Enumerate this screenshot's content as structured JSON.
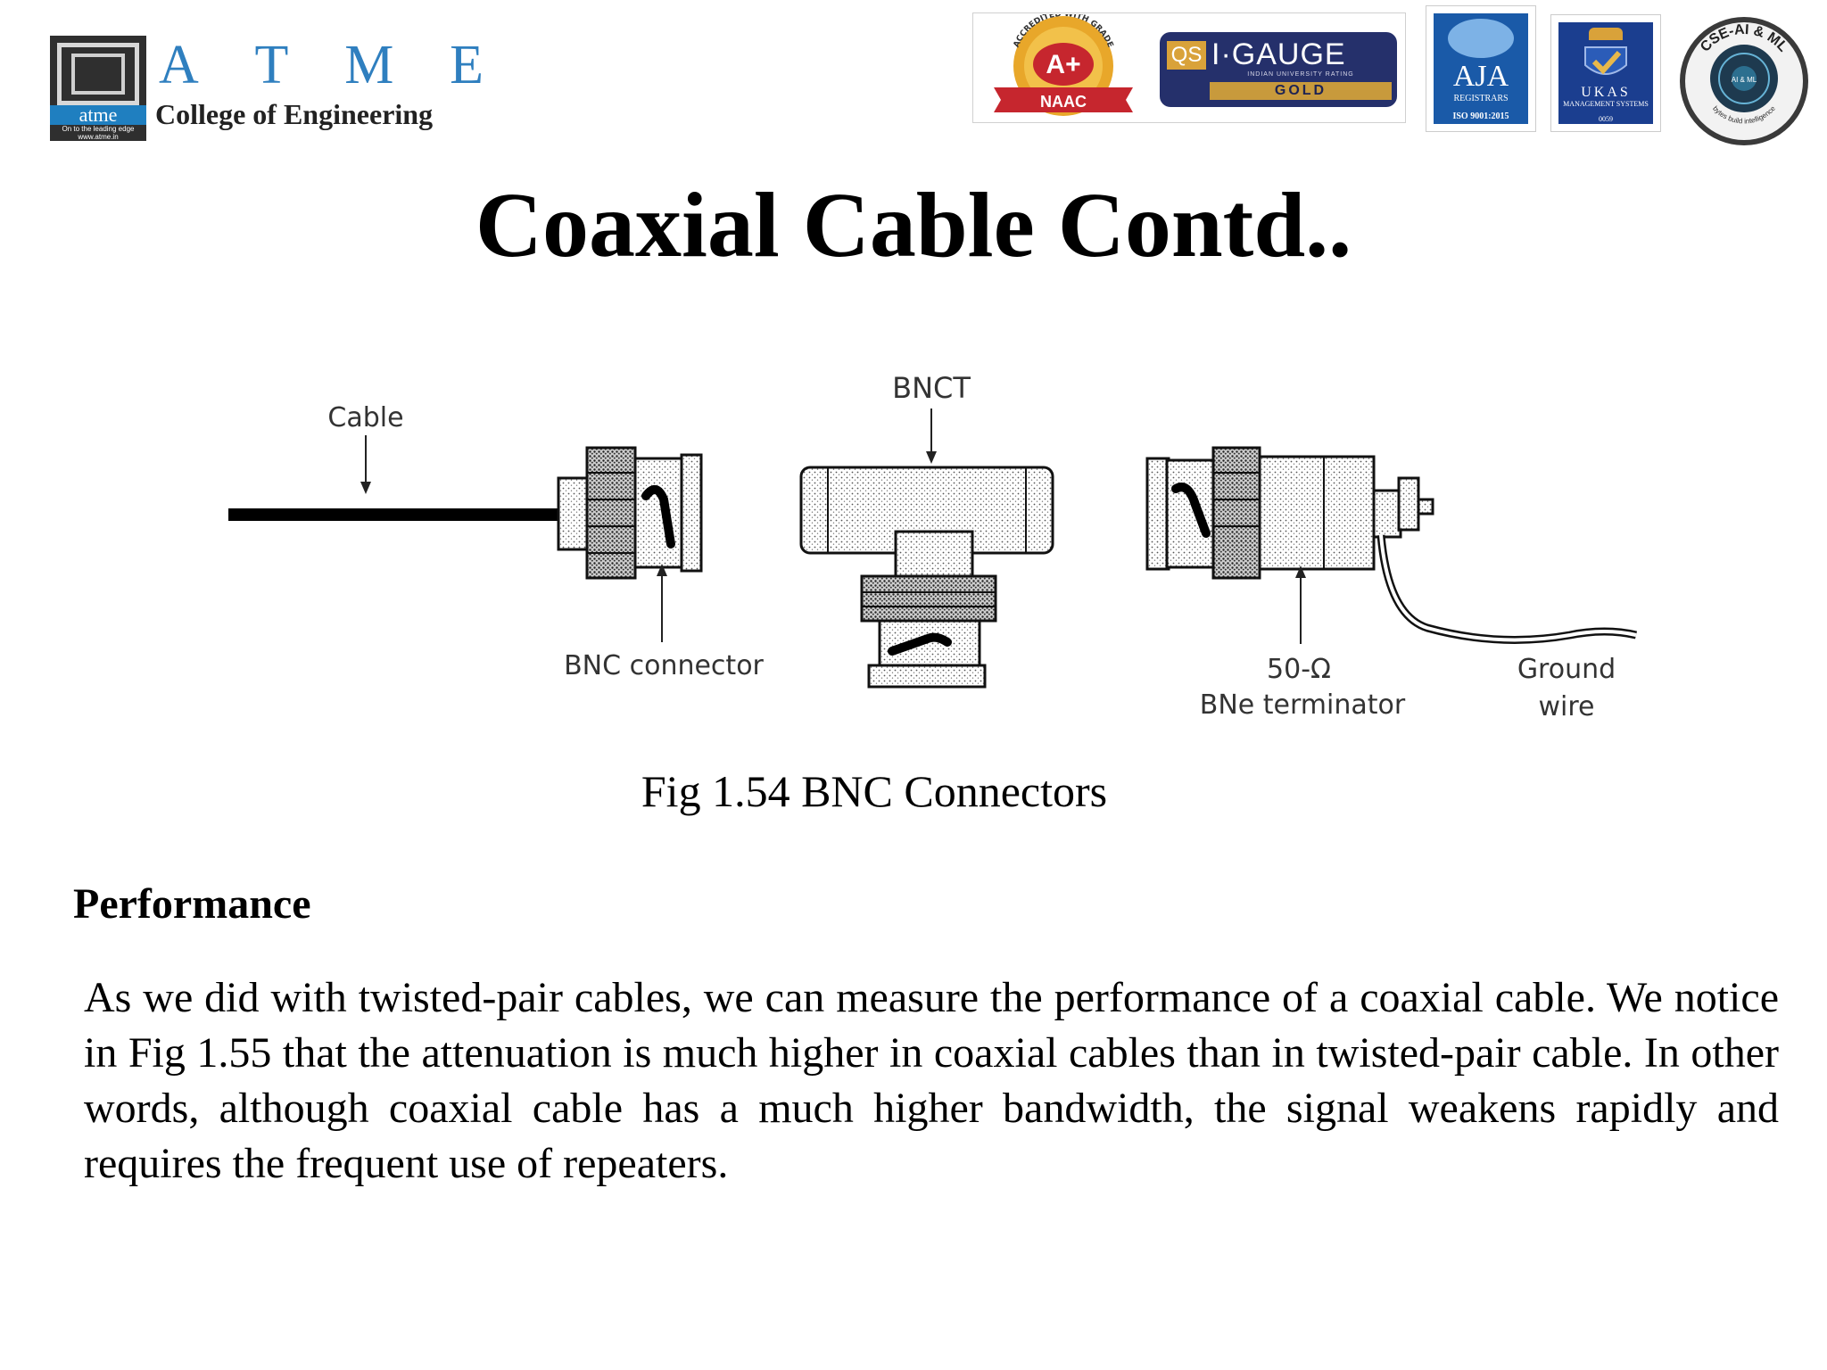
{
  "header": {
    "atme_logo": {
      "letters": [
        "A",
        "T",
        "M",
        "E"
      ],
      "college": "College of Engineering",
      "small_label": "atme",
      "tagline": "On to the leading edge",
      "url": "www.atme.in"
    },
    "badges": {
      "naac": {
        "grade": "A+",
        "label": "NAAC",
        "ring_text": "ACCREDITED WITH GRADE"
      },
      "iguage": {
        "prefix": "QS",
        "name": "I·GAUGE",
        "sub": "INDIAN UNIVERSITY RATING",
        "level": "GOLD"
      },
      "aja": {
        "name": "AJA",
        "sub": "REGISTRARS",
        "iso": "ISO 9001:2015"
      },
      "ukas": {
        "name": "UKAS",
        "sub": "MANAGEMENT SYSTEMS",
        "number": "0059"
      },
      "cse": {
        "ring_text": "CSE-AI & ML",
        "inner_text": "AI & ML",
        "bottom_text": "bytes build intelligence"
      }
    }
  },
  "title": "Coaxial Cable Contd..",
  "figure": {
    "labels": {
      "cable": "Cable",
      "bnc_connector": "BNC connector",
      "bnct": "BNCT",
      "terminator_value": "50-Ω",
      "terminator": "BNe terminator",
      "ground": "Ground",
      "wire": "wire"
    },
    "caption": "Fig 1.54 BNC Connectors"
  },
  "performance": {
    "heading": "Performance",
    "body": "As we did with twisted-pair cables, we can measure the performance of a coaxial cable. We notice in Fig 1.55 that the attenuation is much higher in coaxial cables than in twisted-pair cable. In other words, although coaxial cable has a much higher bandwidth, the signal weakens rapidly and requires the frequent use of repeaters."
  },
  "colors": {
    "atme_blue": "#2f7fbf",
    "iguage_navy": "#25306b",
    "gold": "#c89a3c",
    "naac_red": "#c6262e",
    "aja_blue": "#1a5aa8",
    "ukas_blue": "#1b3e8f"
  }
}
